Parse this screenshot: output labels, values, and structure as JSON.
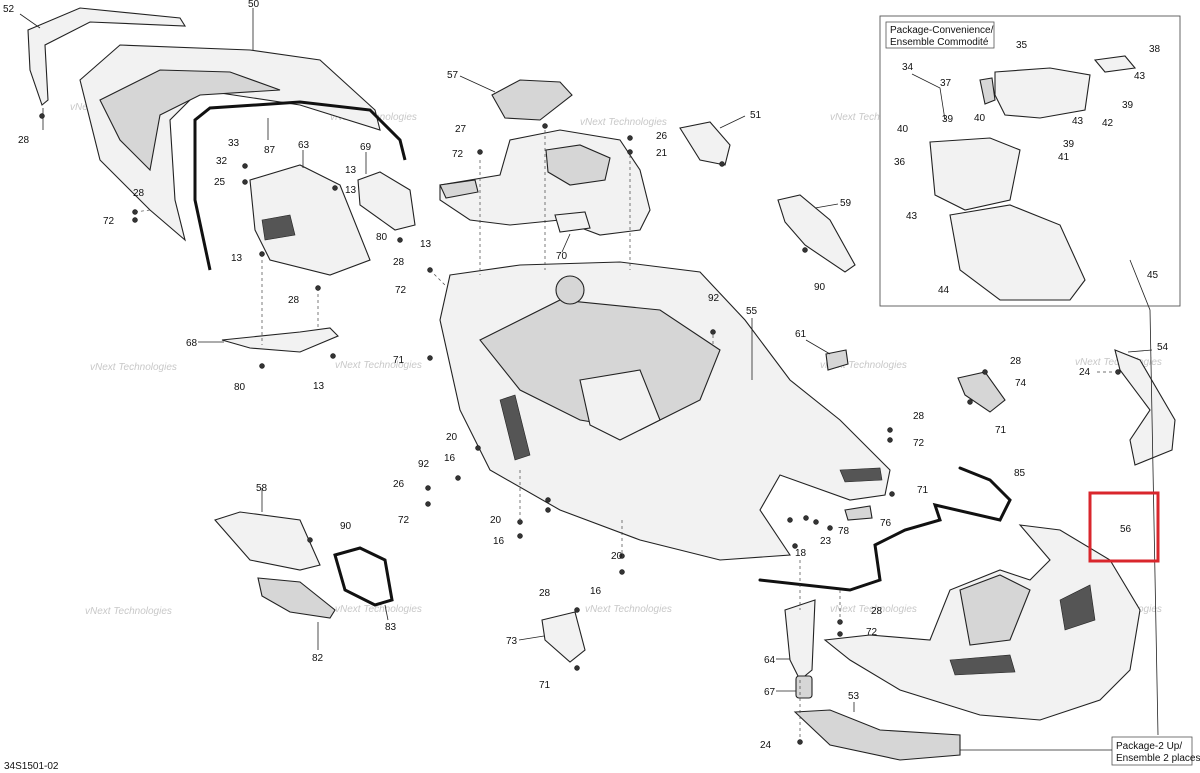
{
  "diagram": {
    "code": "34S1501-02",
    "watermark": "vNext Technologies",
    "inset_top": {
      "line1": "Package-Convenience/",
      "line2": "Ensemble Commodité"
    },
    "inset_bottom": {
      "line1": "Package-2 Up/",
      "line2": "Ensemble 2 places"
    },
    "highlighted_part": "56",
    "highlight_color": "#d9262c"
  },
  "labels": {
    "l52": "52",
    "l28a": "28",
    "l50": "50",
    "l87": "87",
    "l63": "63",
    "l69": "69",
    "l33": "33",
    "l32": "32",
    "l25": "25",
    "l13a": "13",
    "l13b": "13",
    "l13c": "13",
    "l28b": "28",
    "l72a": "72",
    "l80a": "80",
    "l13d": "13",
    "l28c": "28",
    "l57": "57",
    "l27": "27",
    "l72b": "72",
    "l26": "26",
    "l21": "21",
    "l70": "70",
    "l51": "51",
    "l59": "59",
    "l90a": "90",
    "l28d": "28",
    "l72c": "72",
    "l92a": "92",
    "l55": "55",
    "l68": "68",
    "l80b": "80",
    "l71a": "71",
    "l13e": "13",
    "l61": "61",
    "l28e": "28",
    "l74": "74",
    "l71b": "71",
    "l24a": "24",
    "l54": "54",
    "l28f": "28",
    "l72d": "72",
    "l20a": "20",
    "l16a": "16",
    "l92b": "92",
    "l26b": "26",
    "l72e": "72",
    "l58": "58",
    "l90b": "90",
    "l20b": "20",
    "l16b": "16",
    "l20c": "20",
    "l16c": "16",
    "l85": "85",
    "l71c": "71",
    "l76": "76",
    "l78": "78",
    "l23": "23",
    "l18": "18",
    "l56": "56",
    "l83": "83",
    "l82": "82",
    "l28g": "28",
    "l73": "73",
    "l71d": "71",
    "l28h": "28",
    "l72f": "72",
    "l64": "64",
    "l67": "67",
    "l53": "53",
    "l24b": "24",
    "l34": "34",
    "l35": "35",
    "l38": "38",
    "l37": "37",
    "l43a": "43",
    "l39a": "39",
    "l40a": "40",
    "l40b": "40",
    "l43b": "43",
    "l42": "42",
    "l39b": "39",
    "l39c": "39",
    "l41": "41",
    "l36": "36",
    "l43c": "43",
    "l45": "45",
    "l44": "44"
  }
}
